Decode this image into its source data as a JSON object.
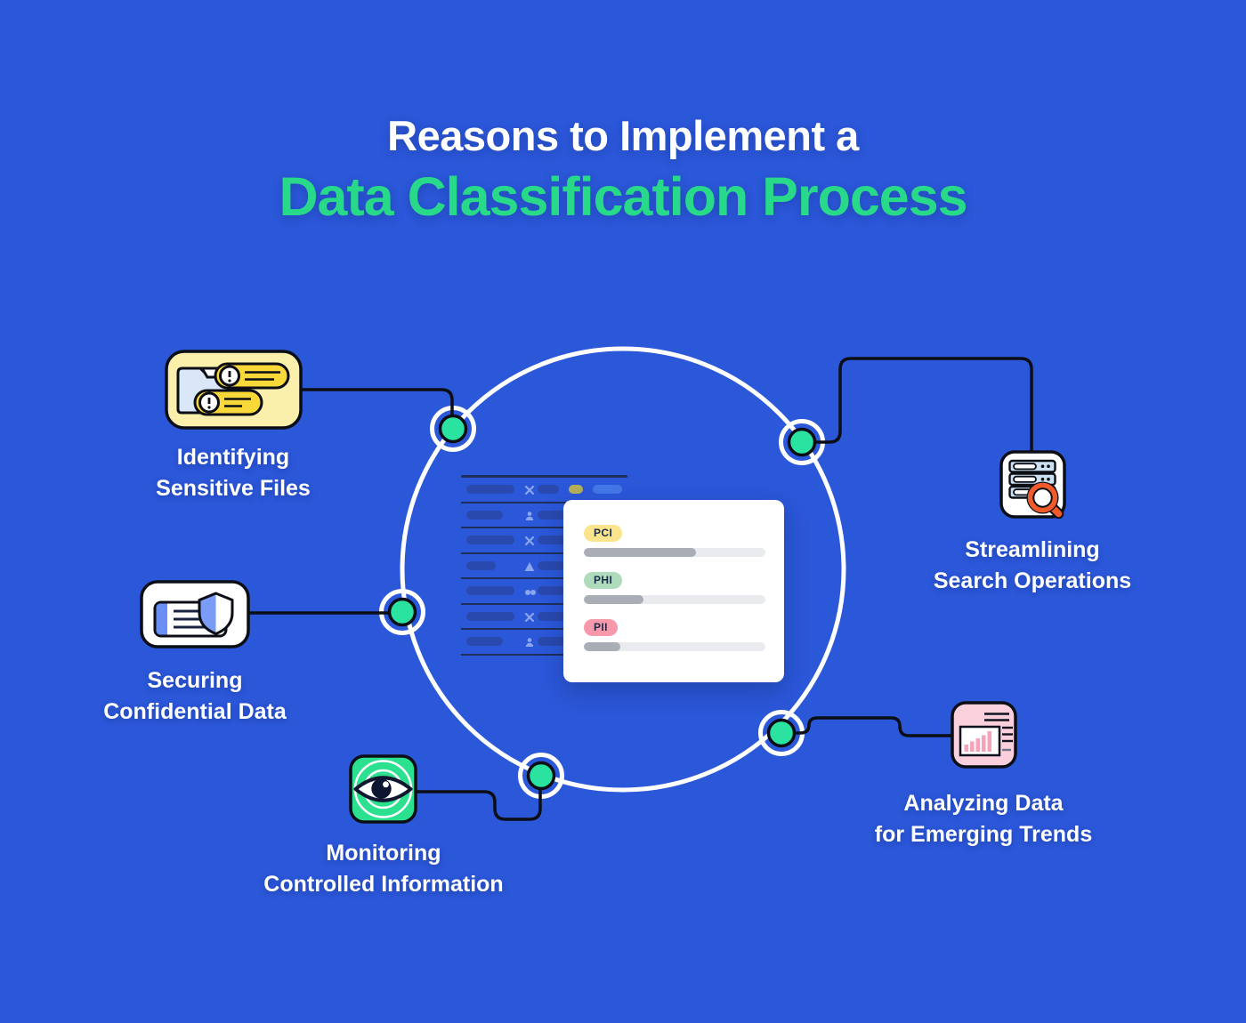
{
  "title": {
    "line1": "Reasons to Implement a",
    "line2": "Data Classification Process"
  },
  "colors": {
    "background": "#2B57D9",
    "title_accent": "#27D989",
    "node_fill": "#2BE3A0",
    "connector_line": "#0C0E16",
    "circle_stroke": "#FFFFFF",
    "table_line": "#1E2F5B",
    "table_pill": "#2A49AE",
    "table_icon": "#8AA6EC"
  },
  "nodes": [
    {
      "id": "identifying-sensitive-files",
      "icon": "folder-alerts-icon",
      "line1": "Identifying",
      "line2": "Sensitive Files"
    },
    {
      "id": "securing-confidential-data",
      "icon": "card-shield-icon",
      "line1": "Securing",
      "line2": "Confidential Data"
    },
    {
      "id": "monitoring-controlled-information",
      "icon": "eye-icon",
      "line1": "Monitoring",
      "line2": "Controlled Information"
    },
    {
      "id": "streamlining-search-operations",
      "icon": "server-search-icon",
      "line1": "Streamlining",
      "line2": "Search Operations"
    },
    {
      "id": "analyzing-data-for-emerging-trends",
      "icon": "bar-chart-icon",
      "line1": "Analyzing Data",
      "line2": "for Emerging Trends"
    }
  ],
  "classification_card": {
    "badge_text_color": "#1B2B4A",
    "bar_track_color": "#E9EBEF",
    "bar_fill_color": "#A8ADB6",
    "items": [
      {
        "label": "PCI",
        "badge_color": "#FAE48C",
        "value_pct": 62
      },
      {
        "label": "PHI",
        "badge_color": "#AEDBBB",
        "value_pct": 33
      },
      {
        "label": "PII",
        "badge_color": "#F899AB",
        "value_pct": 20
      }
    ]
  },
  "table_rows": [
    {
      "left_width": 54,
      "icon": "x-icon",
      "pills": [
        {
          "w": 24,
          "c": "#2A49AE"
        },
        {
          "w": 16,
          "c": "#B5AF5B"
        },
        {
          "w": 33,
          "c": "#4377E8"
        }
      ]
    },
    {
      "left_width": 41,
      "icon": "person-icon",
      "pills": [
        {
          "w": 60,
          "c": "#2A49AE"
        }
      ]
    },
    {
      "left_width": 54,
      "icon": "x-icon",
      "pills": [
        {
          "w": 60,
          "c": "#2A49AE"
        }
      ]
    },
    {
      "left_width": 33,
      "icon": "warning-icon",
      "pills": [
        {
          "w": 60,
          "c": "#2A49AE"
        }
      ]
    },
    {
      "left_width": 54,
      "icon": "binoculars-icon",
      "pills": [
        {
          "w": 60,
          "c": "#2A49AE"
        }
      ]
    },
    {
      "left_width": 54,
      "icon": "x-icon",
      "pills": [
        {
          "w": 60,
          "c": "#2A49AE"
        }
      ]
    },
    {
      "left_width": 41,
      "icon": "person-icon",
      "pills": [
        {
          "w": 60,
          "c": "#2A49AE"
        }
      ]
    }
  ]
}
